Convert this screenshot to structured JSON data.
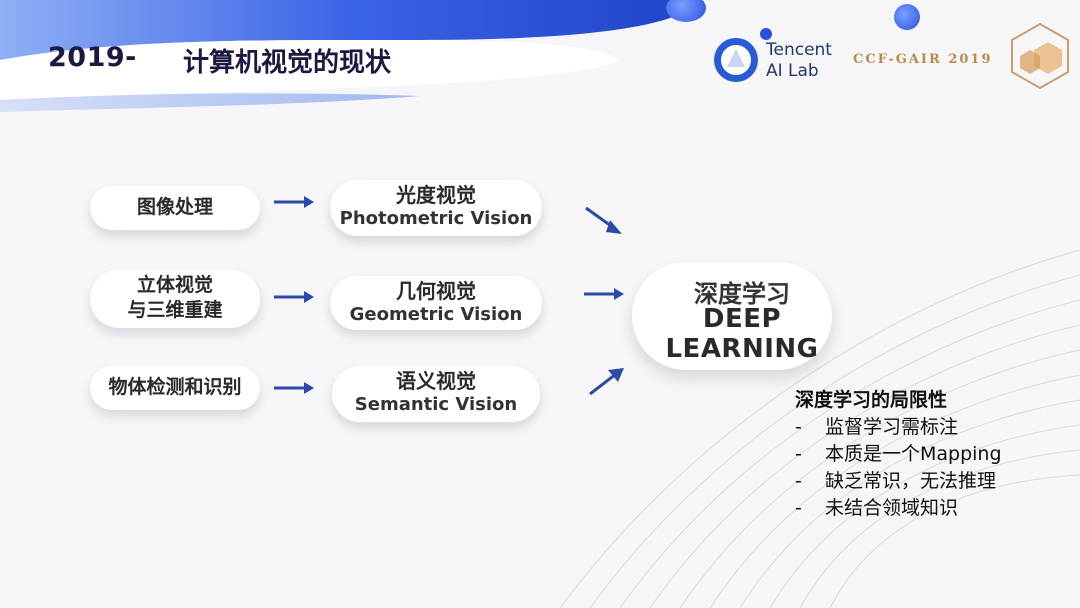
{
  "header": {
    "year": "2019-",
    "title": "计算机视觉的现状"
  },
  "logos": {
    "tencent_line1": "Tencent",
    "tencent_line2": "AI Lab",
    "event": "CCF-GAIR 2019"
  },
  "rows": [
    {
      "left": [
        "图像处理"
      ],
      "middle_cn": "光度视觉",
      "middle_en": "Photometric Vision"
    },
    {
      "left": [
        "立体视觉",
        "与三维重建"
      ],
      "middle_cn": "几何视觉",
      "middle_en": "Geometric Vision"
    },
    {
      "left": [
        "物体检测和识别"
      ],
      "middle_cn": "语义视觉",
      "middle_en": "Semantic Vision"
    }
  ],
  "center": {
    "cn": "深度学习",
    "en": "DEEP LEARNING"
  },
  "limitations": {
    "heading": "深度学习的局限性",
    "dash": "-",
    "items": [
      "监督学习需标注",
      "本质是一个Mapping",
      "缺乏常识，无法推理",
      "未结合领域知识"
    ]
  },
  "colors": {
    "title": "#1a1a40",
    "arrow": "#2c4aa6",
    "header_blue": "#2d59e0",
    "gold": "#b58d4a"
  }
}
